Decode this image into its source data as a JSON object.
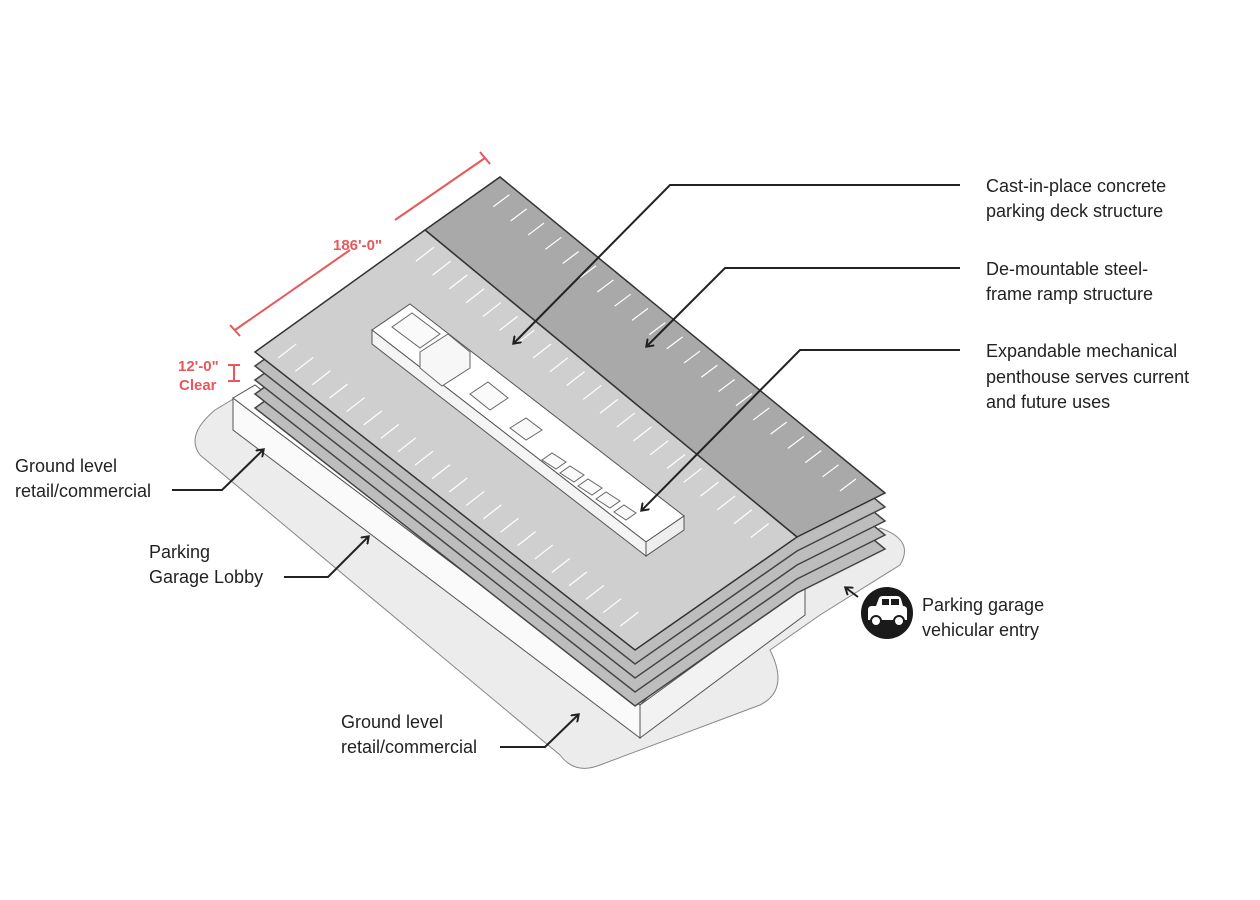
{
  "colors": {
    "dimension": "#e8575a",
    "deck": "#cfcfcf",
    "ramp": "#a9a9a9",
    "plaza": "#ececec",
    "text": "#222222"
  },
  "dimensions": {
    "length": "186'-0\"",
    "clearance_value": "12'-0\"",
    "clearance_label": "Clear"
  },
  "callouts": {
    "concrete_deck": [
      "Cast-in-place concrete",
      "parking deck structure"
    ],
    "steel_ramp": [
      "De-mountable steel-",
      "frame ramp structure"
    ],
    "penthouse": [
      "Expandable mechanical",
      "penthouse serves current",
      "and future uses"
    ],
    "retail_left": [
      "Ground level",
      "retail/commercial"
    ],
    "lobby": [
      "Parking",
      "Garage Lobby"
    ],
    "retail_front": [
      "Ground level",
      "retail/commercial"
    ],
    "vehicular_entry": [
      "Parking garage",
      "vehicular entry"
    ]
  },
  "icons": {
    "vehicular_entry": "car-icon"
  }
}
